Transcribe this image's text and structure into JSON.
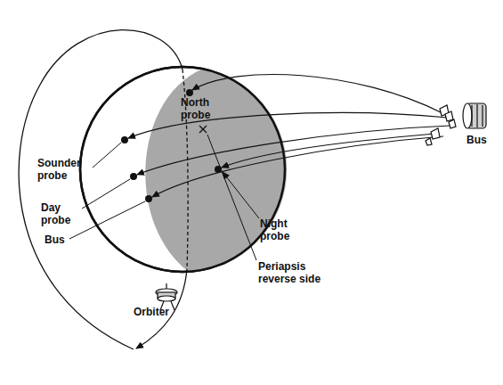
{
  "diagram": {
    "labels": [
      "North probe",
      "Bus",
      "Sounder probe",
      "Periapsis reverse side",
      "Day probe",
      "Night probe",
      "Bus",
      "Orbiter"
    ]
  }
}
